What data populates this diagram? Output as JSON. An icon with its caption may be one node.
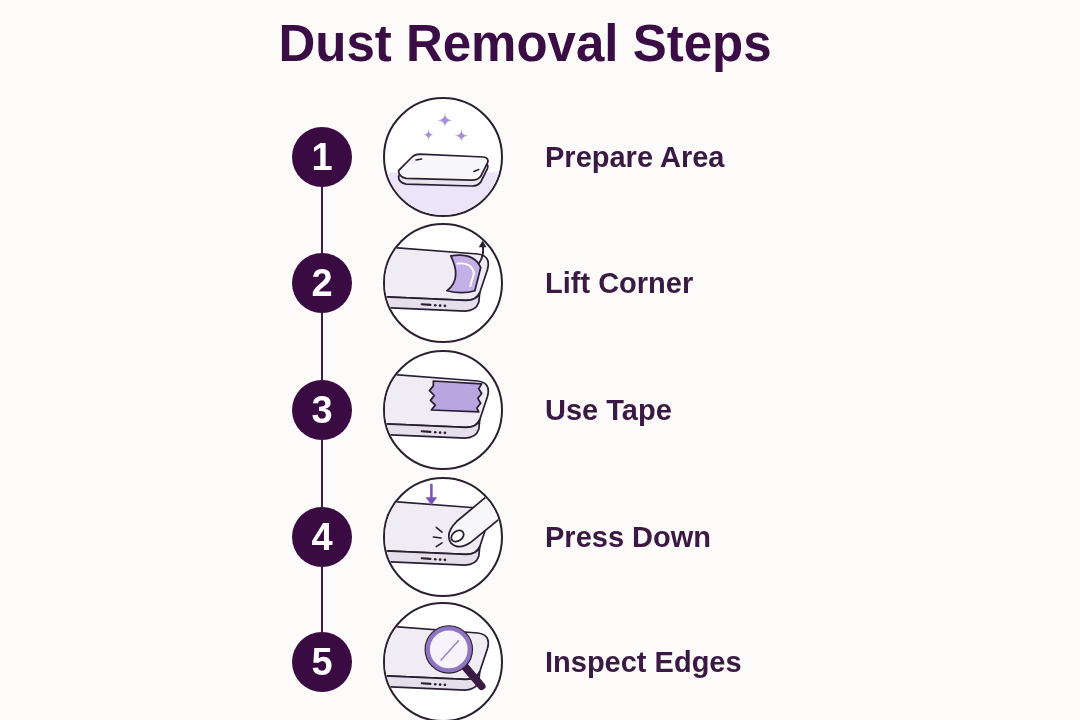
{
  "diagram": {
    "title": "Dust Removal Steps",
    "nodes": [
      {
        "text": [
          "1"
        ]
      },
      {
        "text": [],
        "shape": "picture",
        "beside": [
          "Prepare Area"
        ]
      },
      {
        "text": [
          "2"
        ]
      },
      {
        "text": [],
        "shape": "picture",
        "beside": [
          "Lift Corner"
        ]
      },
      {
        "text": [
          "3"
        ]
      },
      {
        "text": [],
        "shape": "picture",
        "beside": [
          "Use Tape"
        ]
      },
      {
        "text": [
          "4"
        ]
      },
      {
        "text": [],
        "shape": "picture",
        "beside": [
          "Press Down"
        ]
      },
      {
        "text": [
          "5"
        ]
      },
      {
        "text": [],
        "shape": "picture",
        "beside": [
          "Inspect Edges"
        ]
      }
    ],
    "edges": [
      {
        "from": 0,
        "to": 2,
        "arrow": "none"
      },
      {
        "from": 2,
        "to": 4,
        "arrow": "none"
      },
      {
        "from": 4,
        "to": 6,
        "arrow": "none"
      },
      {
        "from": 6,
        "to": 8,
        "arrow": "none"
      }
    ]
  }
}
